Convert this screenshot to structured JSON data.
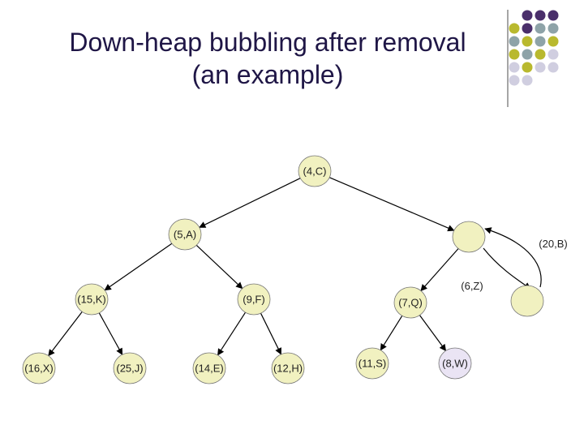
{
  "title": {
    "line1": "Down-heap bubbling after removal",
    "line2": "(an example)"
  },
  "colors": {
    "node_fill": "#f1f1c0",
    "node_fill_highlight": "#eae4f4",
    "edge": "#000000",
    "title": "#1f1646",
    "deco_purple": "#4a2f6b",
    "deco_teal": "#8ea3a8",
    "deco_olive": "#b9b92e",
    "deco_lilac": "#d0cee0"
  },
  "nodes": [
    {
      "id": "root",
      "label": "(4,C)"
    },
    {
      "id": "l",
      "label": "(5,A)"
    },
    {
      "id": "r",
      "label": ""
    },
    {
      "id": "ll",
      "label": "(15,K)"
    },
    {
      "id": "lr",
      "label": "(9,F)"
    },
    {
      "id": "rl",
      "label": "(7,Q)"
    },
    {
      "id": "rr",
      "label": ""
    },
    {
      "id": "lll",
      "label": "(16,X)"
    },
    {
      "id": "llr",
      "label": "(25,J)"
    },
    {
      "id": "lrl",
      "label": "(14,E)"
    },
    {
      "id": "lrr",
      "label": "(12,H)"
    },
    {
      "id": "rll",
      "label": "(11,S)"
    },
    {
      "id": "rlr",
      "label": "(8,W)"
    }
  ],
  "floating_labels": [
    {
      "id": "label-20b",
      "text": "(20,B)"
    },
    {
      "id": "label-6z",
      "text": "(6,Z)"
    }
  ]
}
